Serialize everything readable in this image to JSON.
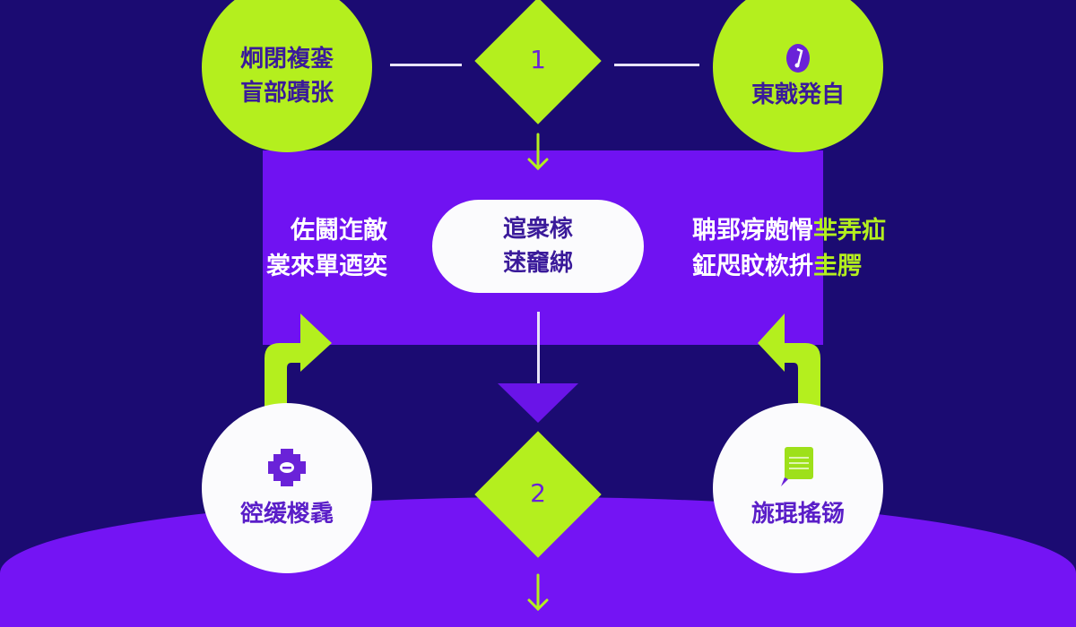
{
  "colors": {
    "background": "#1b0b72",
    "panel": "#7012f2",
    "accent": "#b4ef1e",
    "text_dark": "#3a1a9a",
    "white": "#fbfbfd"
  },
  "top_left_node": {
    "lines": [
      "炯閉複銮",
      "盲部蹟张"
    ]
  },
  "decision_1": {
    "label": "1"
  },
  "top_right_node": {
    "icon": "music-note-icon",
    "label": "東戭発自"
  },
  "center_pill": {
    "lines": [
      "逭衆榢",
      "蒁竉綁"
    ]
  },
  "left_text": {
    "lines": [
      "佐鬪迮敵",
      "裳來單迺奕"
    ]
  },
  "right_text": {
    "line1": "聃郢疨皰愲",
    "line1_accent": "芈弄疝",
    "line2": "鉦咫盿栨抍",
    "line2_accent": "圭腭"
  },
  "decision_2": {
    "label": "2"
  },
  "bottom_left_node": {
    "icon": "gear-icon",
    "label": "谾缓椶毳"
  },
  "bottom_right_node": {
    "icon": "chat-icon",
    "label": "旐琨搖铴"
  }
}
